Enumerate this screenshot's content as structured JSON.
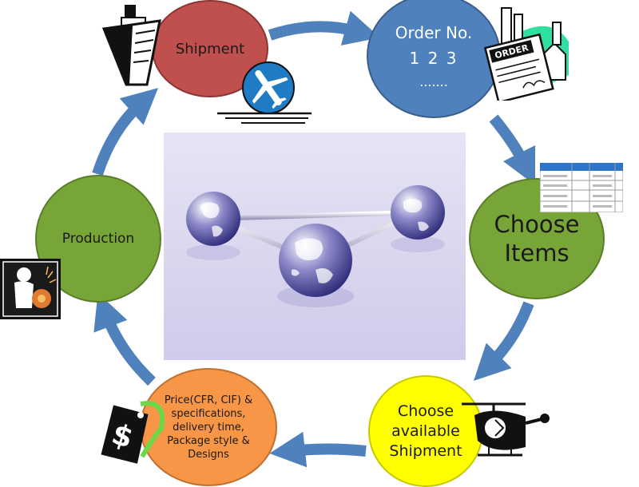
{
  "nodes": {
    "shipment": {
      "label": "Shipment"
    },
    "order": {
      "title": "Order No.",
      "numbers": "1 2 3",
      "dots": "......."
    },
    "items": {
      "line1": "Choose",
      "line2": "Items"
    },
    "avail": {
      "line1": "Choose",
      "line2": "available",
      "line3": "Shipment"
    },
    "price": {
      "line1": "Price(CFR, CIF) &",
      "line2": "specifications,",
      "line3": "delivery time,",
      "line4": "Package style &",
      "line5": "Designs"
    },
    "production": {
      "label": "Production"
    }
  },
  "clipart": {
    "order_tag": "ORDER"
  },
  "colors": {
    "arrow": "#4f81bd",
    "shipment": "#c0504d",
    "order": "#4f81bd",
    "items": "#77a538",
    "avail": "#ffff00",
    "price": "#f79646",
    "production": "#77a538",
    "background_panel": "#dcd8ef"
  },
  "icons": [
    "ship-icon",
    "airplane-icon",
    "factory-order-icon",
    "spreadsheet-icon",
    "helicopter-icon",
    "price-tag-icon",
    "worker-icon",
    "globes-image"
  ]
}
